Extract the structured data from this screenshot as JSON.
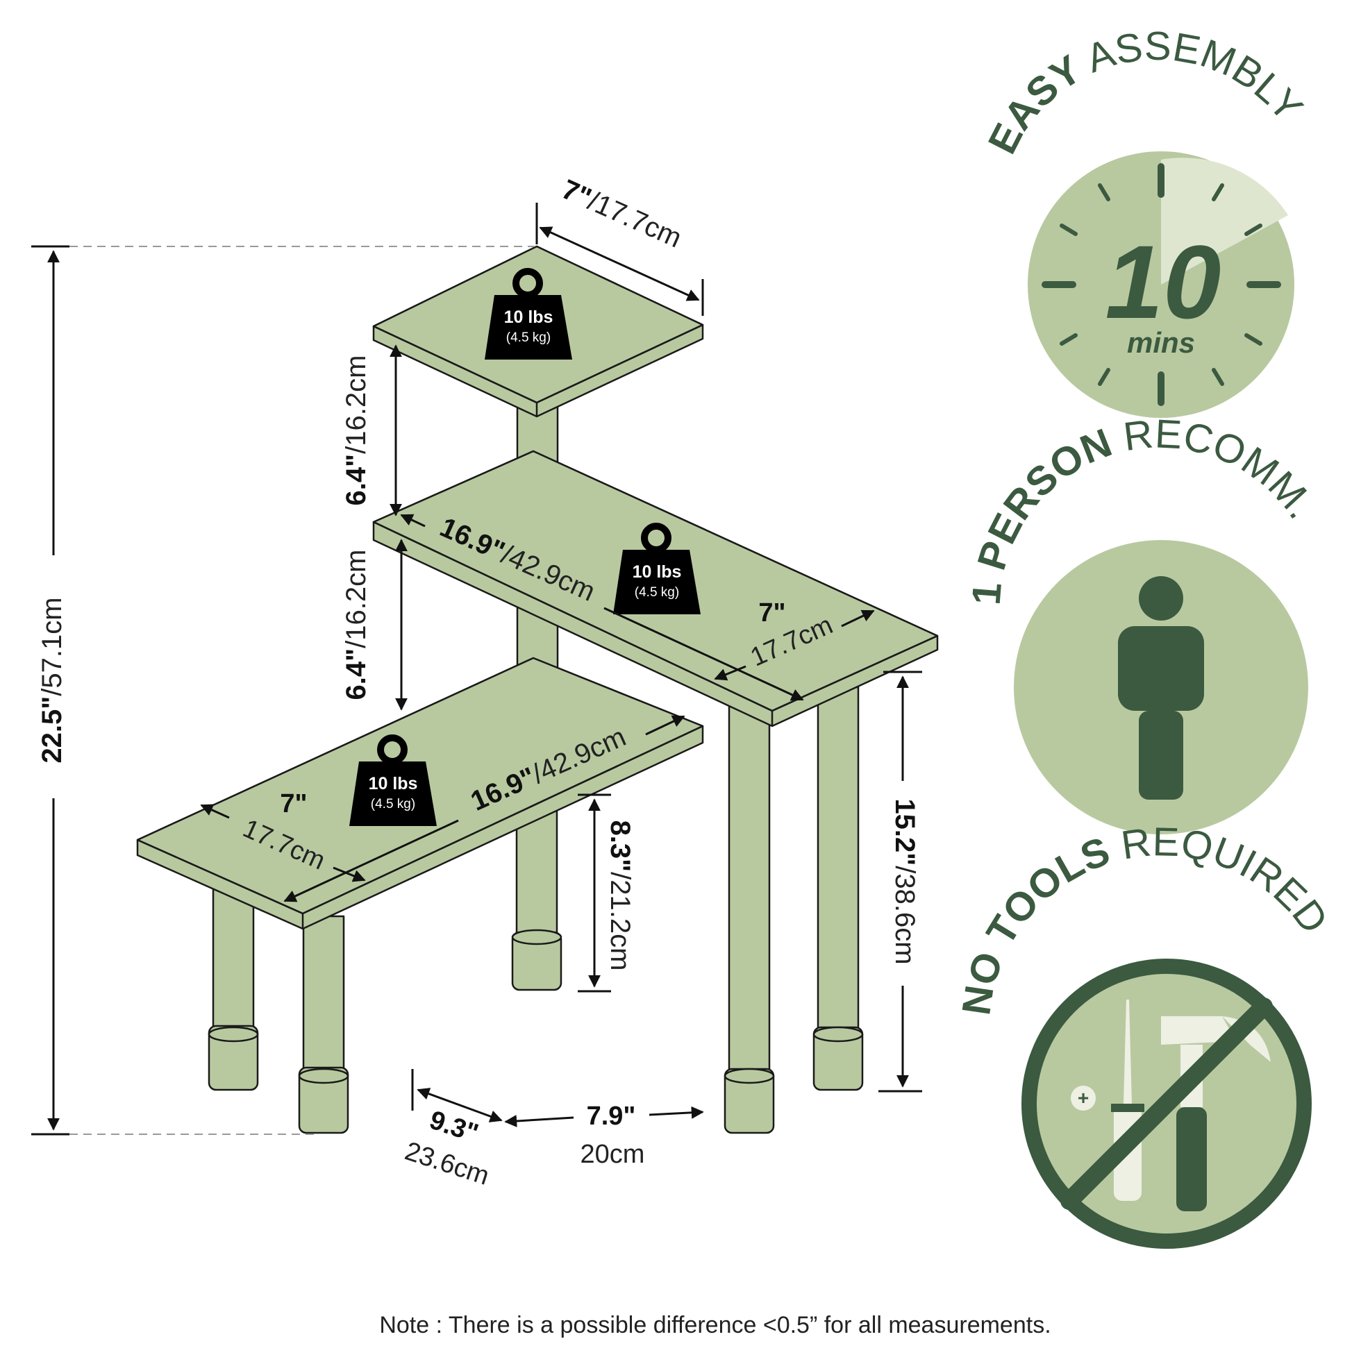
{
  "colors": {
    "panel": "#b8c9a0",
    "panel_light": "#dfe6cf",
    "dark_green": "#3b5a40",
    "outline": "#1a1a1a",
    "weight_tag": "#000000"
  },
  "dimensions": {
    "top_width_in": "7\"",
    "top_width_cm": "/17.7cm",
    "top_gap_in": "6.4\"",
    "top_gap_cm": "/16.2cm",
    "mid_gap_in": "6.4\"",
    "mid_gap_cm": "/16.2cm",
    "total_height_in": "22.5\"",
    "total_height_cm": "/57.1cm",
    "mid_length_in": "16.9\"",
    "mid_length_cm": "/42.9cm",
    "mid_depth_in": "7\"",
    "mid_depth_cm": "17.7cm",
    "low_length_in": "16.9\"",
    "low_length_cm": "/42.9cm",
    "low_depth_in": "7\"",
    "low_depth_cm": "17.7cm",
    "low_height_in": "8.3\"",
    "low_height_cm": "/21.2cm",
    "right_height_in": "15.2\"",
    "right_height_cm": "/38.6cm",
    "offset_depth_in": "9.3\"",
    "offset_depth_cm": "23.6cm",
    "offset_width_in": "7.9\"",
    "offset_width_cm": "20cm"
  },
  "weights": {
    "lbs": "10 lbs",
    "kg": "(4.5 kg)"
  },
  "badges": {
    "easy_bold": "EASY",
    "easy_rest": "ASSEMBLY",
    "minutes": "10",
    "minutes_unit": "mins",
    "person_bold": "1 PERSON",
    "person_rest": "RECOMM.",
    "tools_bold": "NO TOOLS",
    "tools_rest": "REQUIRED"
  },
  "note": "Note : There is a possible difference <0.5” for all measurements."
}
